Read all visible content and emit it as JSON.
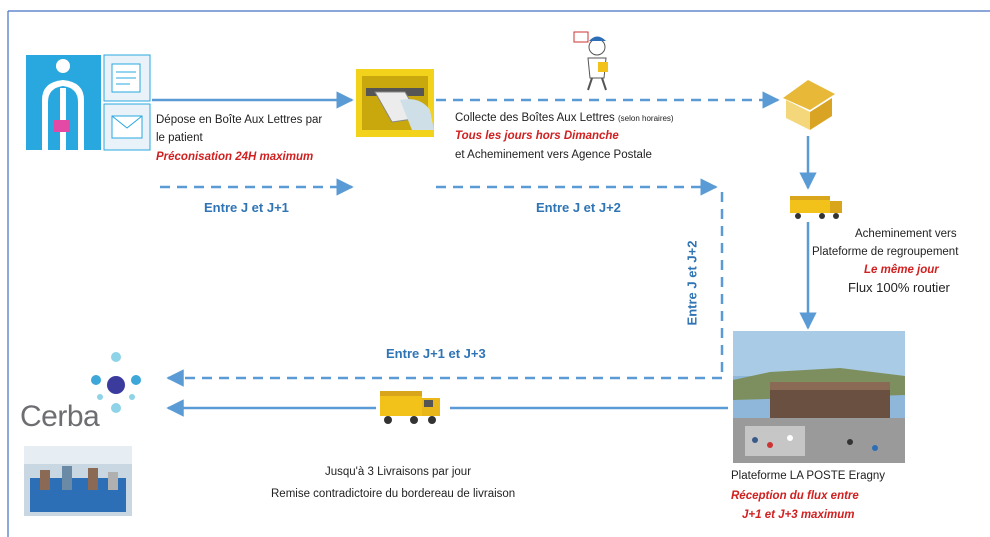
{
  "step1": {
    "text1": "Dépose en Boîte Aux Lettres par",
    "text2": "le patient",
    "highlight": "Préconisation 24H maximum"
  },
  "step2": {
    "text1": "Collecte  des Boîtes Aux Lettres",
    "text1_small": "(selon horaires)",
    "highlight": "Tous les jours hors Dimanche",
    "text2": "et Acheminement vers Agence Postale"
  },
  "step3": {
    "text1": "Acheminement vers",
    "text2": "Plateforme de regroupement",
    "highlight": "Le même jour",
    "text3": "Flux 100% routier"
  },
  "step4": {
    "text1": "Plateforme LA POSTE Eragny",
    "highlight1": "Réception du flux entre",
    "highlight2": "J+1 et J+3 maximum"
  },
  "step5": {
    "text1": "Jusqu'à 3 Livraisons par jour",
    "text2": "Remise contradictoire du bordereau de livraison"
  },
  "timings": {
    "t1": "Entre J et J+1",
    "t2": "Entre J et J+2",
    "t3": "Entre J et J+2",
    "t4": "Entre J+1 et J+3"
  },
  "logo": {
    "name": "Cerba"
  },
  "colors": {
    "arrow": "#5b9bd5",
    "timing": "#2f74b5",
    "highlight": "#d02020",
    "border": "#4472c4"
  },
  "icons": [
    "patient-icon",
    "mailbox-icon",
    "postman-icon",
    "post-office-icon",
    "truck-icon",
    "building-photo",
    "lab-photo"
  ]
}
